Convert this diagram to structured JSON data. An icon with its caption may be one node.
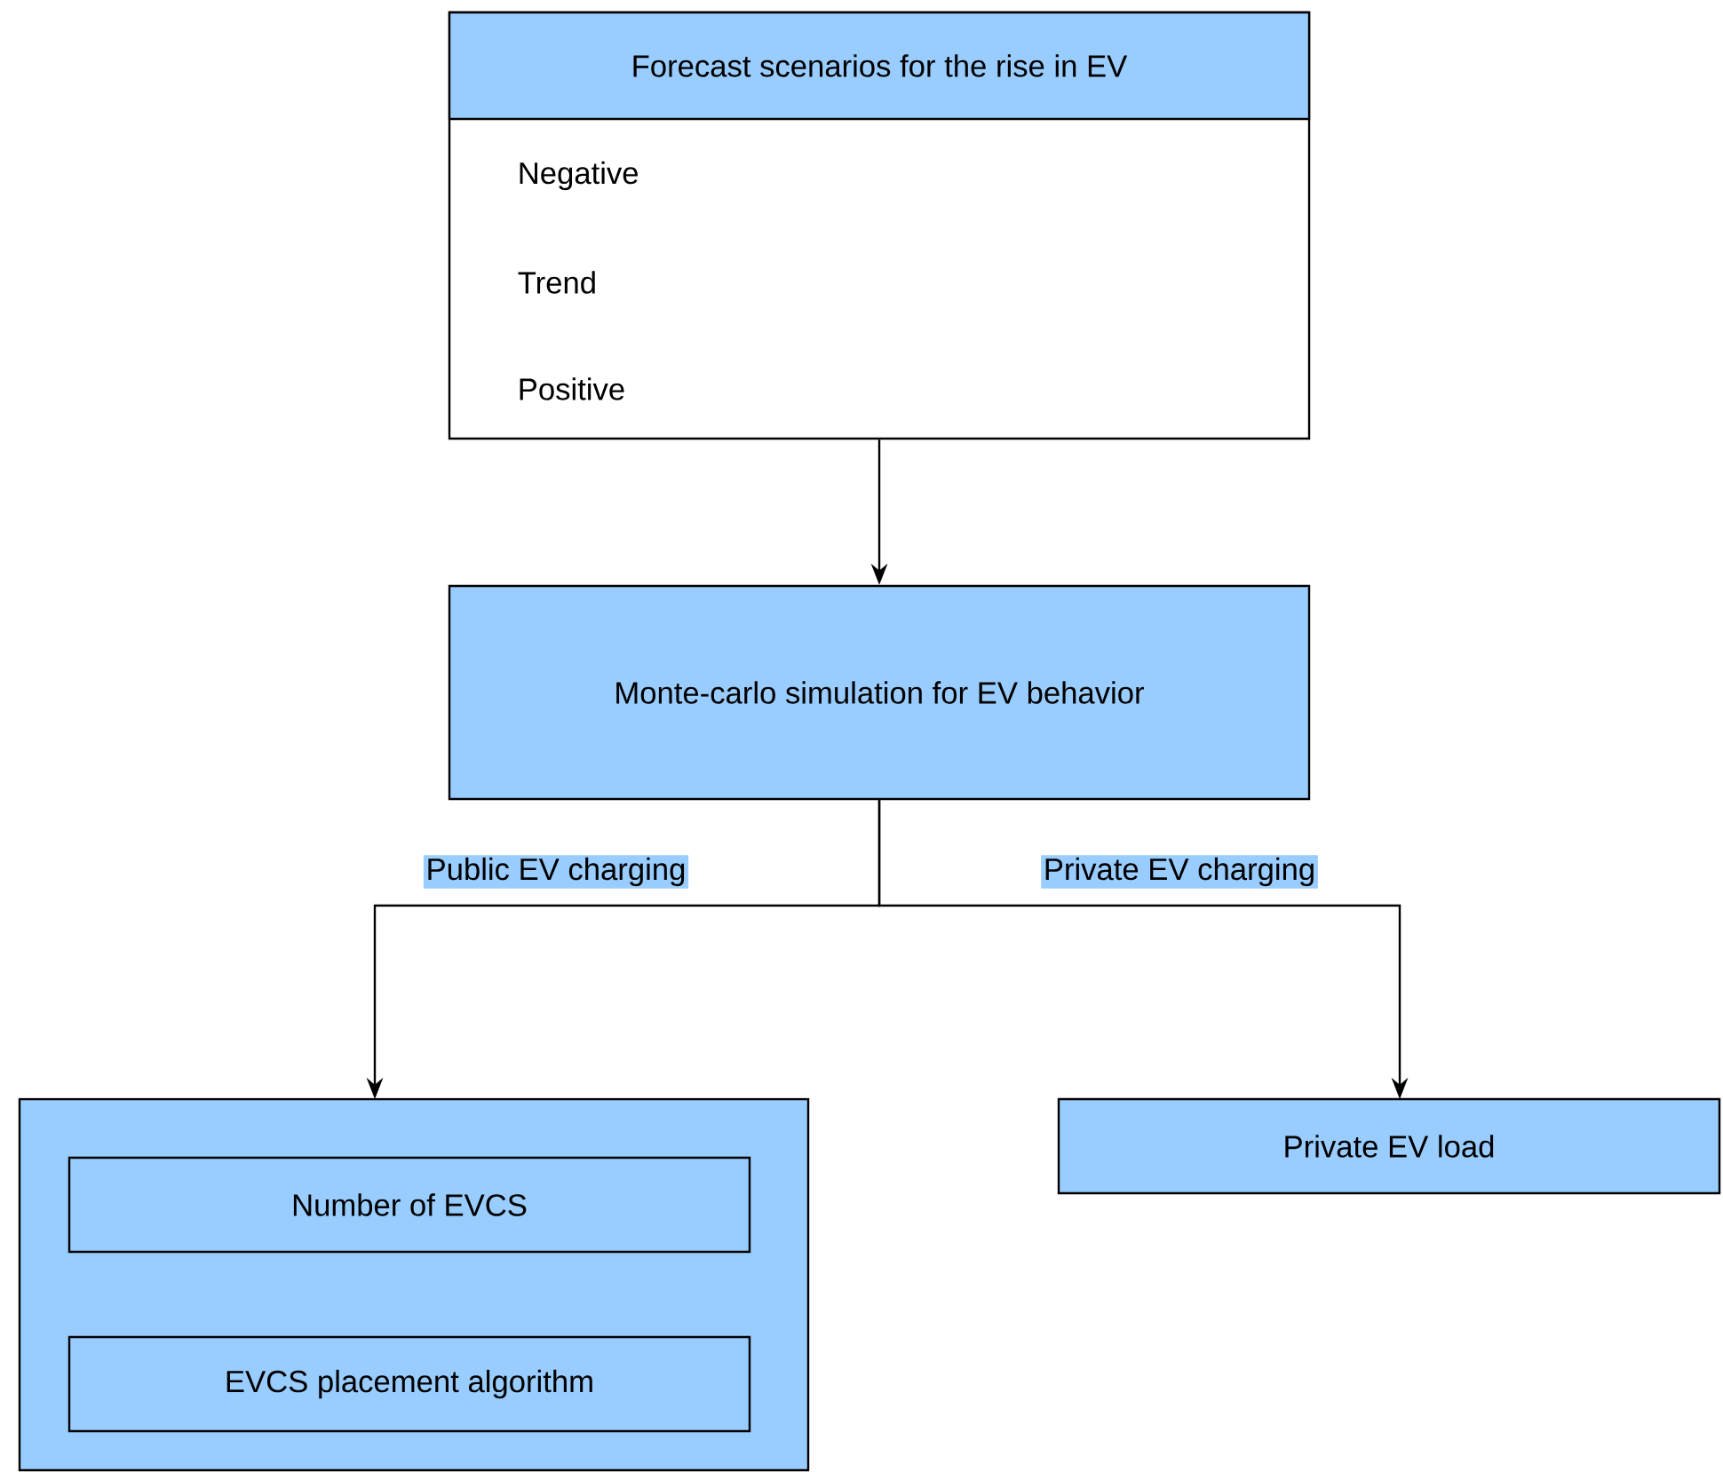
{
  "diagram": {
    "nodes": [
      {
        "text": [
          "Forecast scenarios for the rise in EV",
          "Negative",
          "Trend",
          "Positive"
        ]
      },
      {
        "text": [
          "Monte-carlo simulation for EV behavior"
        ]
      },
      {
        "text": [],
        "shape": "box"
      },
      {
        "text": [
          "Number of EVCS"
        ],
        "in": 2
      },
      {
        "text": [
          "EVCS placement algorithm"
        ],
        "in": 2
      },
      {
        "text": [
          "Private EV load"
        ]
      }
    ],
    "edges": [
      {
        "from": 0,
        "to": 1,
        "arrow": "to"
      },
      {
        "from": 1,
        "to": 2,
        "arrow": "to",
        "label": "Public EV charging"
      },
      {
        "from": 1,
        "to": 5,
        "arrow": "to",
        "label": "Private EV charging"
      }
    ]
  }
}
